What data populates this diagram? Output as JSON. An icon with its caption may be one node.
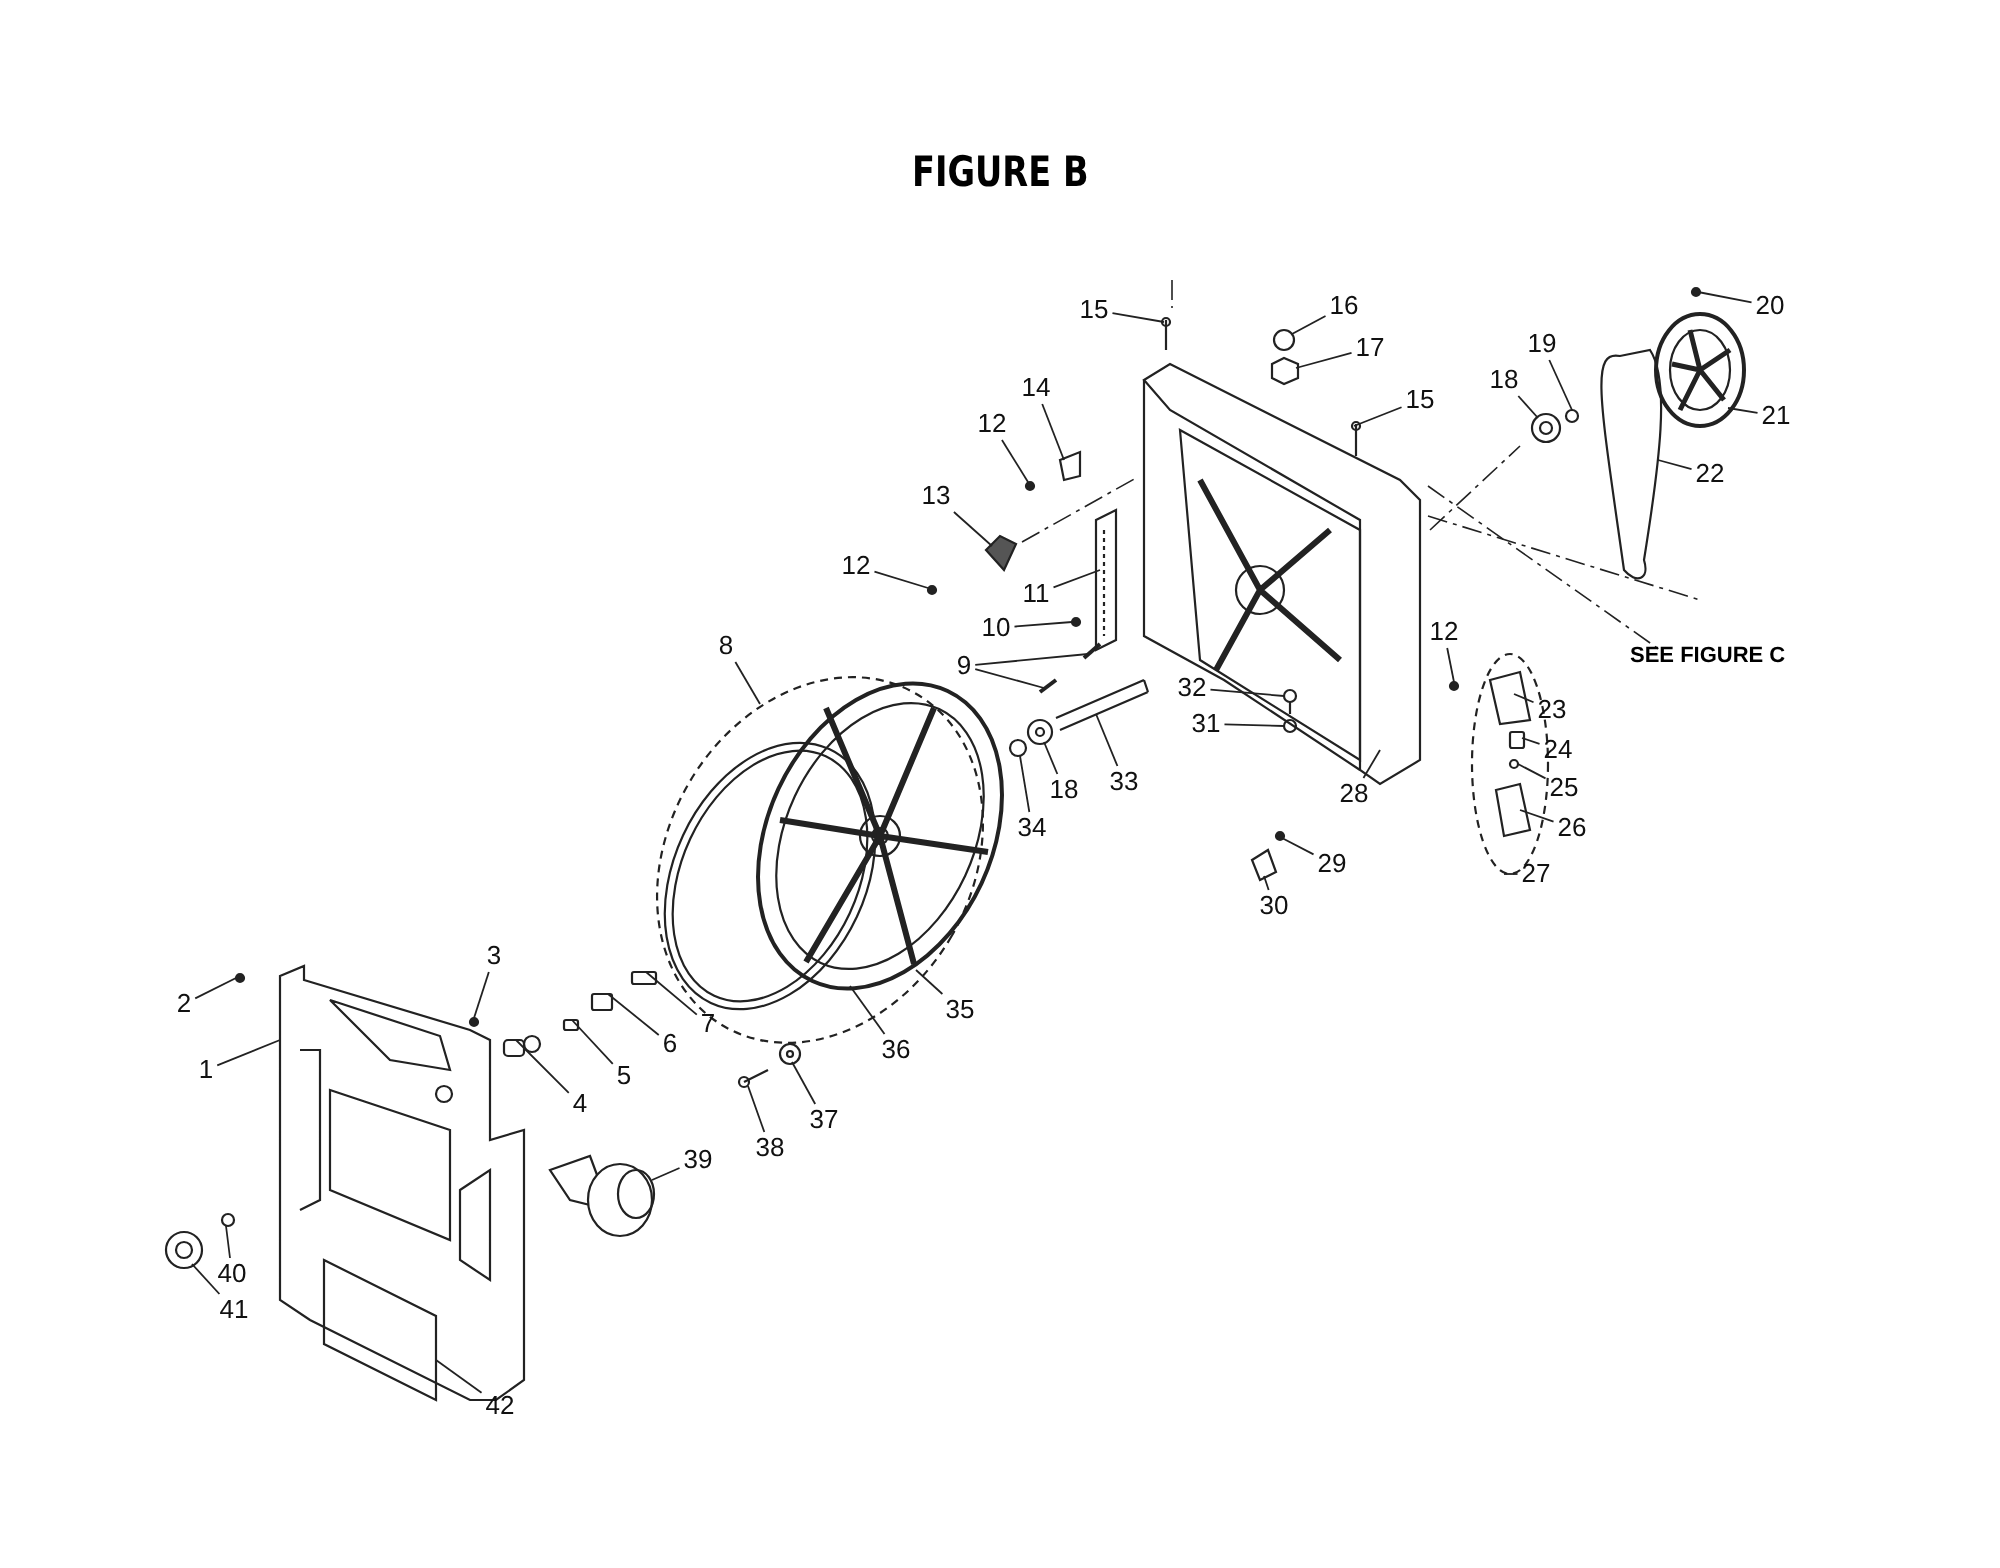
{
  "diagram": {
    "title": "FIGURE B",
    "nodes": [
      {
        "text": [
          "1"
        ]
      },
      {
        "text": [
          "2"
        ]
      },
      {
        "text": [
          "3"
        ]
      },
      {
        "text": [
          "4"
        ]
      },
      {
        "text": [
          "5"
        ]
      },
      {
        "text": [
          "6"
        ]
      },
      {
        "text": [
          "7"
        ]
      },
      {
        "text": [
          "8"
        ]
      },
      {
        "text": [
          "9"
        ]
      },
      {
        "text": [
          "10"
        ]
      },
      {
        "text": [
          "11"
        ]
      },
      {
        "text": [
          "12"
        ]
      },
      {
        "text": [
          "12"
        ]
      },
      {
        "text": [
          "12"
        ]
      },
      {
        "text": [
          "13"
        ]
      },
      {
        "text": [
          "14"
        ]
      },
      {
        "text": [
          "15"
        ]
      },
      {
        "text": [
          "15"
        ]
      },
      {
        "text": [
          "16"
        ]
      },
      {
        "text": [
          "17"
        ]
      },
      {
        "text": [
          "18"
        ]
      },
      {
        "text": [
          "18"
        ]
      },
      {
        "text": [
          "19"
        ]
      },
      {
        "text": [
          "20"
        ]
      },
      {
        "text": [
          "21"
        ]
      },
      {
        "text": [
          "22"
        ]
      },
      {
        "text": [
          "23"
        ]
      },
      {
        "text": [
          "24"
        ]
      },
      {
        "text": [
          "25"
        ]
      },
      {
        "text": [
          "26"
        ]
      },
      {
        "text": [
          "27"
        ]
      },
      {
        "text": [
          "28"
        ]
      },
      {
        "text": [
          "29"
        ]
      },
      {
        "text": [
          "30"
        ]
      },
      {
        "text": [
          "31"
        ]
      },
      {
        "text": [
          "32"
        ]
      },
      {
        "text": [
          "33"
        ]
      },
      {
        "text": [
          "34"
        ]
      },
      {
        "text": [
          "35"
        ]
      },
      {
        "text": [
          "36"
        ]
      },
      {
        "text": [
          "37"
        ]
      },
      {
        "text": [
          "38"
        ]
      },
      {
        "text": [
          "39"
        ]
      },
      {
        "text": [
          "40"
        ]
      },
      {
        "text": [
          "41"
        ]
      },
      {
        "text": [
          "42"
        ]
      },
      {
        "text": [],
        "shape": "picture"
      },
      {
        "text": [],
        "shape": "circle"
      },
      {
        "text": [],
        "shape": "circle",
        "in": 46
      },
      {
        "text": [],
        "shape": "picture"
      },
      {
        "text": [],
        "shape": "box"
      },
      {
        "text": [],
        "shape": "box"
      },
      {
        "text": [],
        "shape": "box"
      },
      {
        "text": [],
        "shape": "picture"
      },
      {
        "text": [],
        "shape": "picture"
      },
      {
        "text": [],
        "shape": "picture"
      },
      {
        "text": [],
        "shape": "circle"
      },
      {
        "text": [],
        "shape": "picture"
      },
      {
        "text": [],
        "shape": "circle"
      },
      {
        "text": [],
        "shape": "circle"
      },
      {
        "text": [],
        "shape": "circle"
      },
      {
        "text": [],
        "shape": "picture"
      },
      {
        "text": [],
        "shape": "picture"
      },
      {
        "text": [],
        "shape": "picture"
      },
      {
        "text": [],
        "shape": "picture"
      },
      {
        "text": [],
        "shape": "circle"
      },
      {
        "text": [],
        "shape": "picture"
      },
      {
        "text": [],
        "shape": "picture"
      },
      {
        "text": [],
        "shape": "picture"
      },
      {
        "text": [],
        "shape": "circle"
      },
      {
        "text": [],
        "shape": "circle"
      },
      {
        "text": [],
        "shape": "picture"
      },
      {
        "text": [],
        "shape": "picture"
      },
      {
        "text": [],
        "shape": "picture"
      },
      {
        "text": [],
        "shape": "picture",
        "in": 73
      },
      {
        "text": [],
        "shape": "box",
        "in": 73
      },
      {
        "text": [],
        "shape": "circle",
        "in": 73
      },
      {
        "text": [],
        "shape": "picture",
        "in": 73
      },
      {
        "text": [],
        "shape": "picture"
      },
      {
        "text": [],
        "shape": "circle"
      },
      {
        "text": [],
        "shape": "picture"
      },
      {
        "text": [],
        "shape": "circle"
      },
      {
        "text": [],
        "shape": "picture"
      },
      {
        "text": [],
        "shape": "picture"
      },
      {
        "text": [],
        "shape": "circle"
      },
      {
        "text": [],
        "shape": "picture",
        "in": 53
      },
      {
        "text": [],
        "shape": "picture",
        "in": 53
      },
      {
        "text": [],
        "shape": "picture"
      },
      {
        "text": [],
        "shape": "picture"
      },
      {
        "text": [],
        "shape": "picture"
      },
      {
        "text": [],
        "shape": "circle"
      },
      {
        "text": [],
        "shape": "picture"
      },
      {
        "text": [],
        "shape": "box",
        "in": 46
      }
    ],
    "edges": [
      {
        "from": 0,
        "to": 46,
        "arrow": "none"
      },
      {
        "from": 1,
        "to": 47,
        "arrow": "none"
      },
      {
        "from": 2,
        "to": 48,
        "arrow": "none"
      },
      {
        "from": 3,
        "to": 49,
        "arrow": "none"
      },
      {
        "from": 4,
        "to": 50,
        "arrow": "none"
      },
      {
        "from": 5,
        "to": 51,
        "arrow": "none"
      },
      {
        "from": 6,
        "to": 52,
        "arrow": "none"
      },
      {
        "from": 7,
        "to": 53,
        "arrow": "none"
      },
      {
        "from": 8,
        "to": 54,
        "arrow": "none"
      },
      {
        "from": 8,
        "to": 55,
        "arrow": "none"
      },
      {
        "from": 9,
        "to": 56,
        "arrow": "none"
      },
      {
        "from": 10,
        "to": 57,
        "arrow": "none"
      },
      {
        "from": 11,
        "to": 58,
        "arrow": "none"
      },
      {
        "from": 12,
        "to": 59,
        "arrow": "none"
      },
      {
        "from": 13,
        "to": 60,
        "arrow": "none"
      },
      {
        "from": 14,
        "to": 61,
        "arrow": "none"
      },
      {
        "from": 15,
        "to": 62,
        "arrow": "none"
      },
      {
        "from": 16,
        "to": 63,
        "arrow": "none"
      },
      {
        "from": 17,
        "to": 64,
        "arrow": "none"
      },
      {
        "from": 18,
        "to": 65,
        "arrow": "none"
      },
      {
        "from": 19,
        "to": 66,
        "arrow": "none"
      },
      {
        "from": 20,
        "to": 67,
        "arrow": "none"
      },
      {
        "from": 21,
        "to": 68,
        "arrow": "none"
      },
      {
        "from": 22,
        "to": 69,
        "arrow": "none"
      },
      {
        "from": 23,
        "to": 70,
        "arrow": "none"
      },
      {
        "from": 24,
        "to": 71,
        "arrow": "none"
      },
      {
        "from": 25,
        "to": 72,
        "arrow": "none"
      },
      {
        "from": 26,
        "to": 74,
        "arrow": "none"
      },
      {
        "from": 27,
        "to": 75,
        "arrow": "none"
      },
      {
        "from": 28,
        "to": 76,
        "arrow": "none"
      },
      {
        "from": 29,
        "to": 77,
        "arrow": "none"
      },
      {
        "from": 30,
        "to": 73,
        "arrow": "none"
      },
      {
        "from": 31,
        "to": 78,
        "arrow": "none"
      },
      {
        "from": 32,
        "to": 79,
        "arrow": "none"
      },
      {
        "from": 33,
        "to": 80,
        "arrow": "none"
      },
      {
        "from": 34,
        "to": 81,
        "arrow": "none"
      },
      {
        "from": 35,
        "to": 82,
        "arrow": "none"
      },
      {
        "from": 36,
        "to": 83,
        "arrow": "none"
      },
      {
        "from": 37,
        "to": 84,
        "arrow": "none"
      },
      {
        "from": 38,
        "to": 85,
        "arrow": "none"
      },
      {
        "from": 39,
        "to": 86,
        "arrow": "none"
      },
      {
        "from": 40,
        "to": 87,
        "arrow": "none"
      },
      {
        "from": 41,
        "to": 88,
        "arrow": "none"
      },
      {
        "from": 42,
        "to": 89,
        "arrow": "none"
      },
      {
        "from": 43,
        "to": 90,
        "arrow": "none"
      },
      {
        "from": 44,
        "to": 91,
        "arrow": "none"
      },
      {
        "from": 45,
        "to": 92,
        "arrow": "none"
      }
    ],
    "labels": [
      "SEE FIGURE C"
    ]
  }
}
